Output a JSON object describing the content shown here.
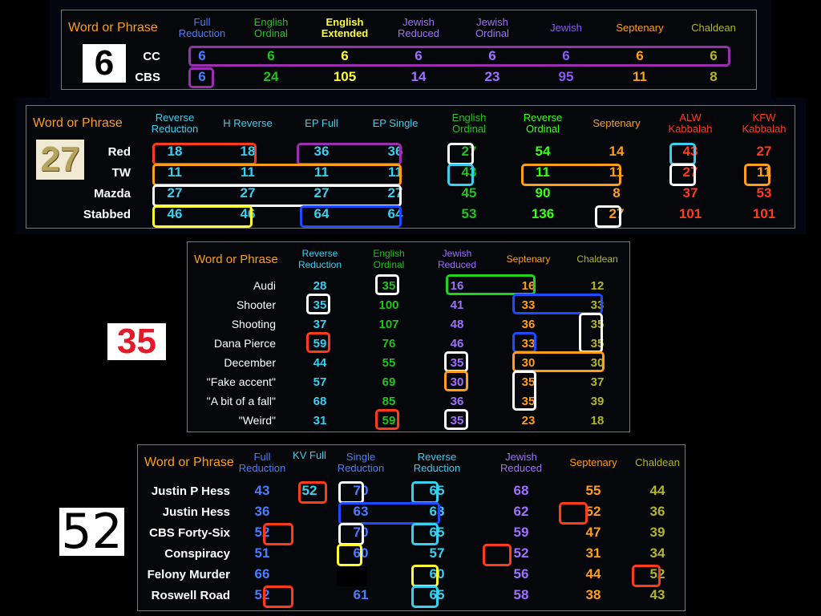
{
  "palette": {
    "orange": "#ff9e1b",
    "blue": "#4a7dff",
    "green": "#22c31d",
    "yellow": "#ffff33",
    "purple": "#a070ff",
    "violet": "#8b5cf6",
    "cyan": "#39d0f0",
    "olive": "#b5b52a",
    "red": "#ff3b1a",
    "white": "#ffffff",
    "lime": "#39ff14"
  },
  "table_6": {
    "corner": "Word or Phrase",
    "badge": "6",
    "headers": [
      [
        "Full",
        "Reduction"
      ],
      [
        "English",
        "Ordinal"
      ],
      [
        "English",
        "Extended"
      ],
      [
        "Jewish",
        "Reduced"
      ],
      [
        "Jewish",
        "Ordinal"
      ],
      [
        "Jewish"
      ],
      [
        "Septenary"
      ],
      [
        "Chaldean"
      ]
    ],
    "rows": [
      {
        "label": "CC",
        "values": [
          "6",
          "6",
          "6",
          "6",
          "6",
          "6",
          "6",
          "6"
        ]
      },
      {
        "label": "CBS",
        "values": [
          "6",
          "24",
          "105",
          "14",
          "23",
          "95",
          "11",
          "8"
        ]
      }
    ]
  },
  "table_27": {
    "corner": "Word or Phrase",
    "badge": "27",
    "headers": [
      [
        "Reverse",
        "Reduction"
      ],
      [
        "H Reverse"
      ],
      [
        "EP Full"
      ],
      [
        "EP Single"
      ],
      [
        "English",
        "Ordinal"
      ],
      [
        "Reverse",
        "Ordinal"
      ],
      [
        "Septenary"
      ],
      [
        "ALW",
        "Kabbalah"
      ],
      [
        "KFW",
        "Kabbalah"
      ]
    ],
    "rows": [
      {
        "label": "Red",
        "values": [
          "18",
          "18",
          "36",
          "36",
          "27",
          "54",
          "14",
          "43",
          "27"
        ]
      },
      {
        "label": "TW",
        "values": [
          "11",
          "11",
          "11",
          "11",
          "43",
          "11",
          "11",
          "27",
          "11"
        ]
      },
      {
        "label": "Mazda",
        "values": [
          "27",
          "27",
          "27",
          "27",
          "45",
          "90",
          "8",
          "37",
          "53"
        ]
      },
      {
        "label": "Stabbed",
        "values": [
          "46",
          "46",
          "64",
          "64",
          "53",
          "136",
          "27",
          "101",
          "101"
        ]
      }
    ]
  },
  "table_35": {
    "corner": "Word or Phrase",
    "badge": "35",
    "headers": [
      [
        "Reverse",
        "Reduction"
      ],
      [
        "English",
        "Ordinal"
      ],
      [
        "Jewish",
        "Reduced"
      ],
      [
        "Septenary"
      ],
      [
        "Chaldean"
      ]
    ],
    "rows": [
      {
        "label": "Audi",
        "values": [
          "28",
          "35",
          "16",
          "16",
          "12"
        ]
      },
      {
        "label": "Shooter",
        "values": [
          "35",
          "100",
          "41",
          "33",
          "33"
        ]
      },
      {
        "label": "Shooting",
        "values": [
          "37",
          "107",
          "48",
          "36",
          "35"
        ]
      },
      {
        "label": "Dana Pierce",
        "values": [
          "59",
          "76",
          "46",
          "33",
          "35"
        ]
      },
      {
        "label": "December",
        "values": [
          "44",
          "55",
          "35",
          "30",
          "30"
        ]
      },
      {
        "label": "\"Fake accent\"",
        "values": [
          "57",
          "69",
          "30",
          "35",
          "37"
        ]
      },
      {
        "label": "\"A bit of a fall\"",
        "values": [
          "68",
          "85",
          "36",
          "35",
          "39"
        ]
      },
      {
        "label": "\"Weird\"",
        "values": [
          "31",
          "59",
          "35",
          "23",
          "18"
        ]
      }
    ]
  },
  "table_52": {
    "corner": "Word or Phrase",
    "badge": "52",
    "headers": [
      [
        "Full",
        "Reduction"
      ],
      [
        "KV Full"
      ],
      [
        "Single",
        "Reduction"
      ],
      [
        "Reverse",
        "Reduction"
      ],
      [
        "Jewish",
        "Reduced"
      ],
      [
        "Septenary"
      ],
      [
        "Chaldean"
      ]
    ],
    "rows": [
      {
        "label": "Justin P Hess",
        "values": [
          "43",
          "52",
          "70",
          "65",
          "68",
          "55",
          "44"
        ]
      },
      {
        "label": "Justin Hess",
        "values": [
          "36",
          "",
          "63",
          "63",
          "62",
          "52",
          "36"
        ]
      },
      {
        "label": "CBS Forty-Six",
        "values": [
          "52",
          "",
          "70",
          "65",
          "59",
          "47",
          "39"
        ]
      },
      {
        "label": "Conspiracy",
        "values": [
          "51",
          "",
          "60",
          "57",
          "52",
          "31",
          "34"
        ]
      },
      {
        "label": "Felony Murder",
        "values": [
          "66",
          "",
          "",
          "60",
          "56",
          "44",
          "52"
        ]
      },
      {
        "label": "Roswell Road",
        "values": [
          "52",
          "",
          "61",
          "65",
          "58",
          "38",
          "43"
        ]
      }
    ]
  }
}
